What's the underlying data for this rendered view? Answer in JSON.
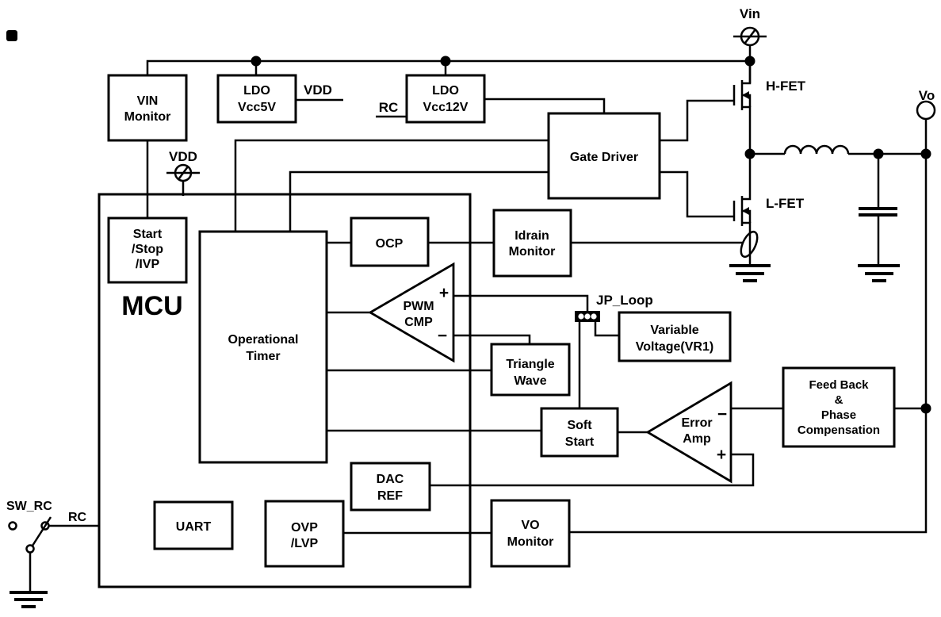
{
  "diagram": {
    "terminals": {
      "vin": "Vin",
      "vo": "Vo",
      "vdd": "VDD"
    },
    "labels": {
      "vdd_out": "VDD",
      "rc_ldo": "RC",
      "hfet": "H-FET",
      "lfet": "L-FET",
      "jp_loop": "JP_Loop",
      "sw_rc": "SW_RC",
      "rc_switch": "RC",
      "mcu": "MCU"
    },
    "blocks": {
      "vin_monitor": {
        "lines": [
          "VIN",
          "Monitor"
        ]
      },
      "ldo_vcc5v": {
        "lines": [
          "LDO",
          "Vcc5V"
        ]
      },
      "ldo_vcc12v": {
        "lines": [
          "LDO",
          "Vcc12V"
        ]
      },
      "gate_driver": {
        "lines": [
          "Gate Driver"
        ]
      },
      "start_stop_ivp": {
        "lines": [
          "Start",
          "/Stop",
          "/IVP"
        ]
      },
      "operational_timer": {
        "lines": [
          "Operational",
          "Timer"
        ]
      },
      "ocp": {
        "lines": [
          "OCP"
        ]
      },
      "idrain_monitor": {
        "lines": [
          "Idrain",
          "Monitor"
        ]
      },
      "triangle_wave": {
        "lines": [
          "Triangle",
          "Wave"
        ]
      },
      "soft_start": {
        "lines": [
          "Soft",
          "Start"
        ]
      },
      "variable_voltage": {
        "lines": [
          "Variable",
          "Voltage(VR1)"
        ]
      },
      "feedback": {
        "lines": [
          "Feed Back",
          "&",
          "Phase",
          "Compensation"
        ]
      },
      "dac_ref": {
        "lines": [
          "DAC",
          "REF"
        ]
      },
      "uart": {
        "lines": [
          "UART"
        ]
      },
      "ovp_lvp": {
        "lines": [
          "OVP",
          "/LVP"
        ]
      },
      "vo_monitor": {
        "lines": [
          "VO",
          "Monitor"
        ]
      }
    },
    "comparators": {
      "pwm_cmp": {
        "lines": [
          "PWM",
          "CMP"
        ],
        "plus": "+",
        "minus": "−"
      },
      "error_amp": {
        "lines": [
          "Error",
          "Amp"
        ],
        "plus": "+",
        "minus": "−"
      }
    },
    "colors": {
      "wire": "#000000",
      "background": "#ffffff",
      "jumper_fill": "#000000"
    }
  }
}
